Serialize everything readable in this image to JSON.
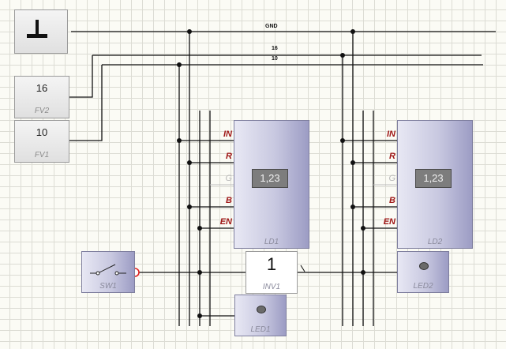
{
  "ground_block": {
    "symbol": "ground-icon"
  },
  "wire_labels": {
    "gnd": "GND",
    "net16": "16",
    "net10": "10"
  },
  "fv2": {
    "value": "16",
    "name": "FV2"
  },
  "fv1": {
    "value": "10",
    "name": "FV1"
  },
  "ld1": {
    "name": "LD1",
    "display": "1,23",
    "pins": {
      "in": "IN",
      "r": "R",
      "g": "G",
      "b": "B",
      "en": "EN"
    }
  },
  "ld2": {
    "name": "LD2",
    "display": "1,23",
    "pins": {
      "in": "IN",
      "r": "R",
      "g": "G",
      "b": "B",
      "en": "EN"
    }
  },
  "sw1": {
    "name": "SW1"
  },
  "inv1": {
    "value": "1",
    "name": "INV1"
  },
  "led1": {
    "name": "LED1"
  },
  "led2": {
    "name": "LED2"
  },
  "colors": {
    "wire": "#111111",
    "pin_label": "#a01818",
    "switch_output": "#e02020",
    "block_purple": "#9c9cc4",
    "display_bg": "#7d7d7d"
  }
}
